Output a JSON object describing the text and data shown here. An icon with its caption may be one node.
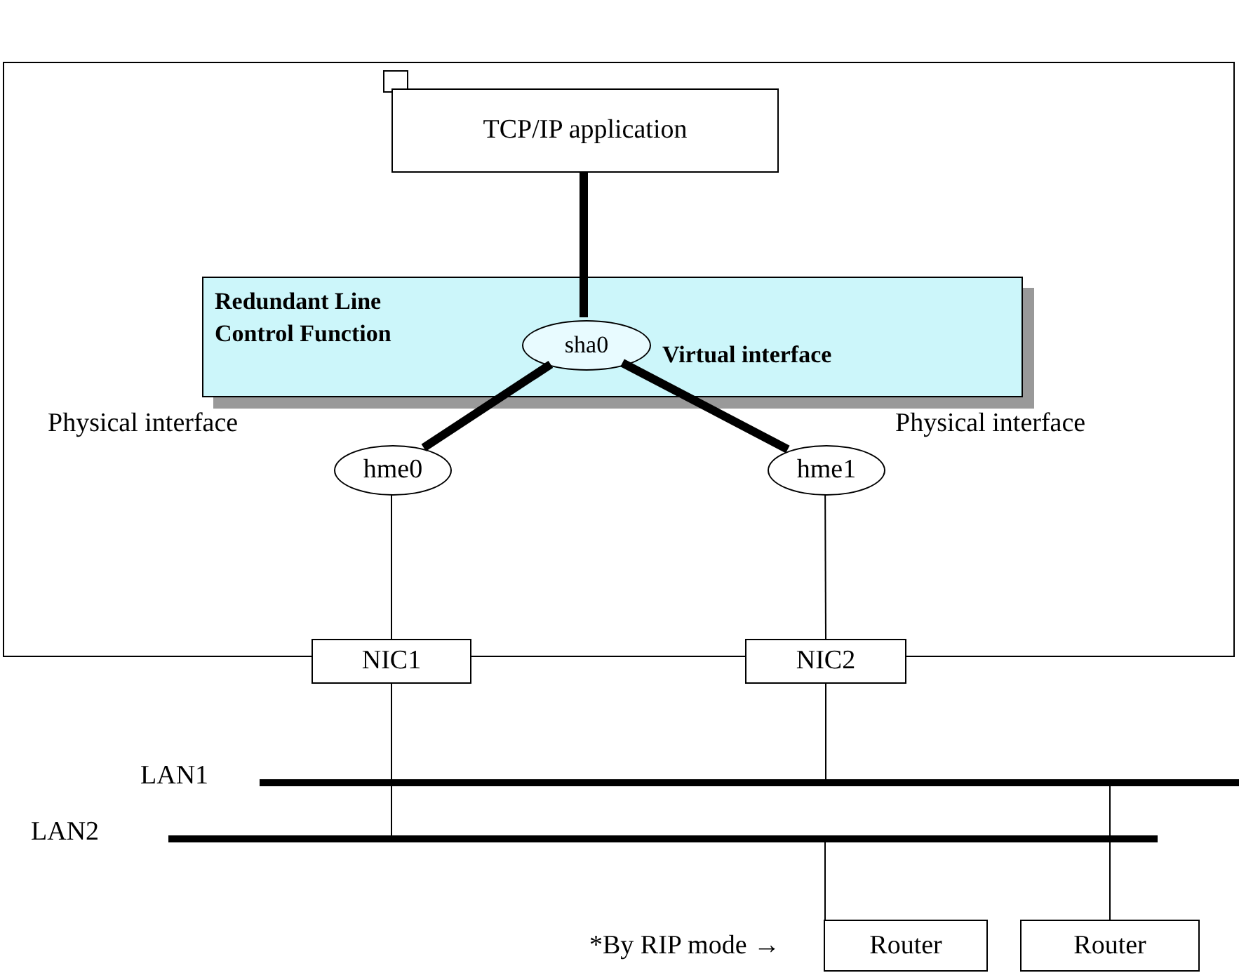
{
  "diagram": {
    "nodes": [
      {
        "text": [],
        "shape": "box"
      },
      {
        "text": [],
        "shape": "box",
        "in": 0
      },
      {
        "text": [
          "TCP/IP application"
        ],
        "in": 0
      },
      {
        "text": [
          "Redundant Line Control Function"
        ],
        "in": 0
      },
      {
        "text": [
          "sha0"
        ],
        "in": 3,
        "beside": [
          "Virtual interface"
        ]
      },
      {
        "text": [
          "hme0"
        ],
        "in": 0,
        "beside": [
          "Physical interface"
        ]
      },
      {
        "text": [
          "hme1"
        ],
        "in": 0,
        "beside": [
          "Physical interface"
        ]
      },
      {
        "text": [
          "NIC1"
        ]
      },
      {
        "text": [
          "NIC2"
        ]
      },
      {
        "text": [
          "LAN1"
        ]
      },
      {
        "text": [
          "LAN2"
        ]
      },
      {
        "text": [
          "Router"
        ]
      },
      {
        "text": [
          "Router"
        ]
      }
    ],
    "edges": [
      {
        "from": 2,
        "to": 4,
        "arrow": "none",
        "style": "thick"
      },
      {
        "from": 4,
        "to": 5,
        "arrow": "none",
        "style": "thick"
      },
      {
        "from": 4,
        "to": 6,
        "arrow": "none",
        "style": "thick"
      },
      {
        "from": 5,
        "to": 7,
        "arrow": "none"
      },
      {
        "from": 6,
        "to": 8,
        "arrow": "none"
      },
      {
        "from": 7,
        "to": 10,
        "arrow": "none"
      },
      {
        "from": 8,
        "to": 9,
        "arrow": "none"
      },
      {
        "from": 11,
        "to": 10,
        "arrow": "none"
      },
      {
        "from": 12,
        "to": 9,
        "arrow": "none"
      }
    ],
    "labels": [
      "*By RIP mode →"
    ]
  }
}
